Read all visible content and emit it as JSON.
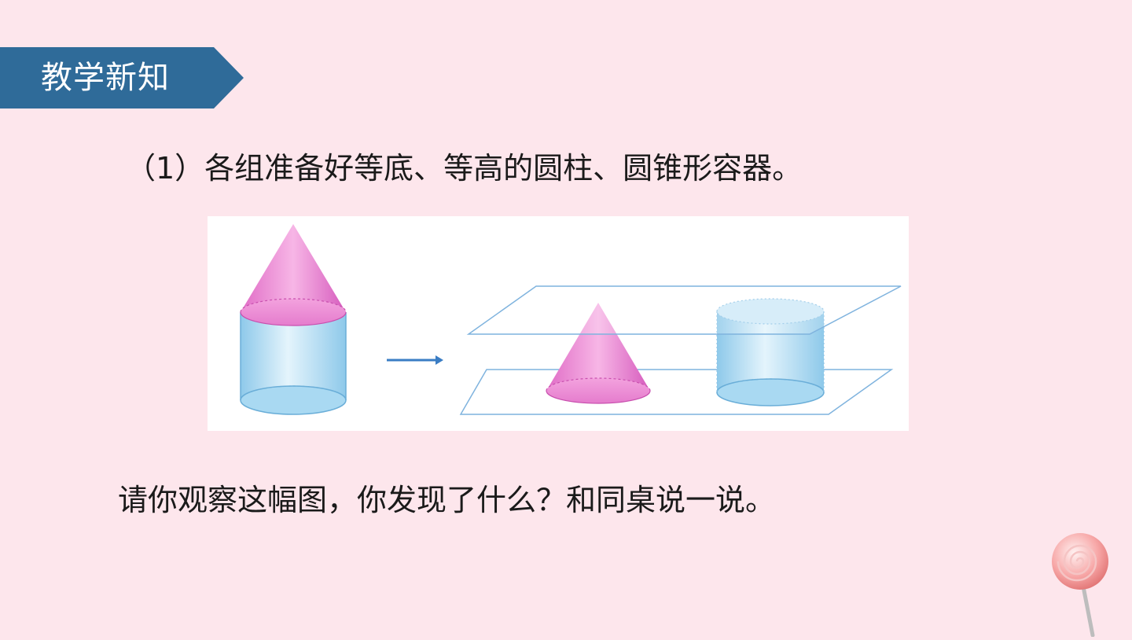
{
  "header": {
    "title": "教学新知",
    "banner_color": "#2f6b99"
  },
  "content": {
    "step_text": "（1）各组准备好等底、等高的圆柱、圆锥形容器。",
    "question_text": "请你观察这幅图，你发现了什么？和同桌说一说。"
  },
  "figure": {
    "description_icons": [
      "cone-on-cylinder",
      "arrow-right-icon",
      "cone",
      "cylinder",
      "parallel-planes"
    ],
    "colors": {
      "cone": "#e87ccf",
      "cylinder": "#a8d8f0",
      "outline": "#5b9bd5",
      "arrow": "#3a7dc4"
    }
  },
  "decoration": {
    "icon": "lollipop-icon"
  },
  "background_color": "#fde6ec"
}
